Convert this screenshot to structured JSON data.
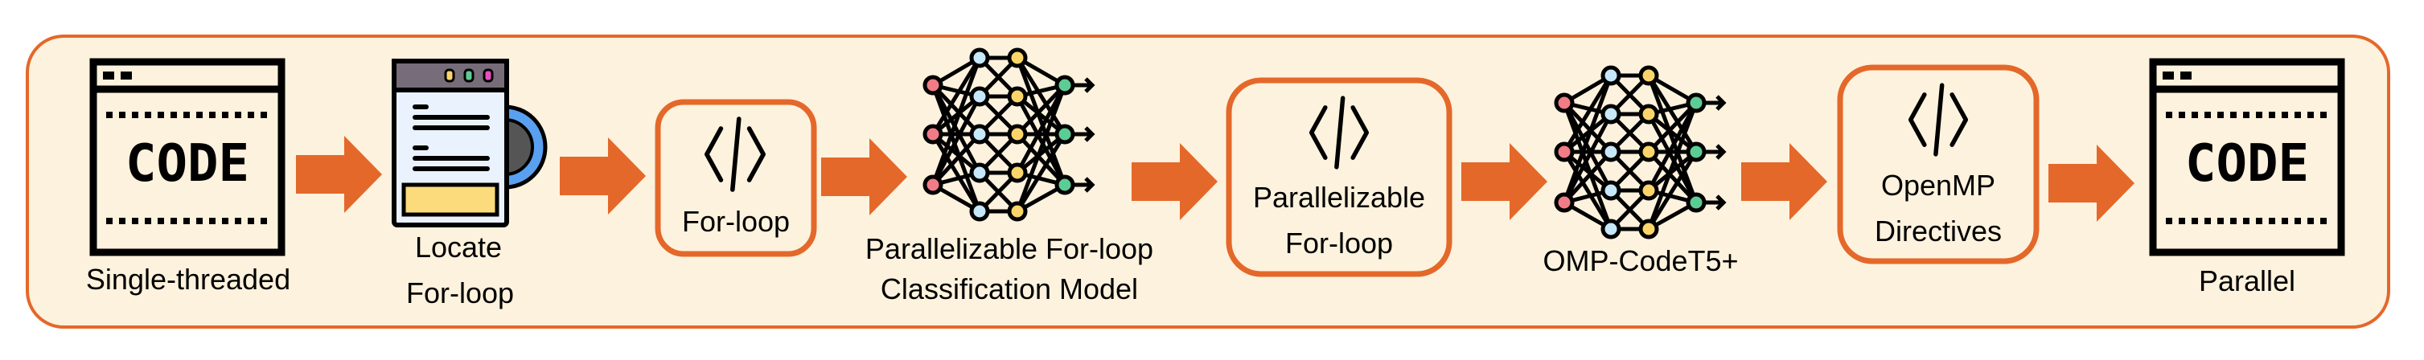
{
  "colors": {
    "accent": "#e4682a",
    "background": "#fdf2dd",
    "node_input": "#f17c85",
    "node_hidden1": "#c6e8f8",
    "node_hidden2": "#fbd56a",
    "node_output": "#5ccc95",
    "doc_highlight": "#fbdb7c",
    "gear": "#5aa0f0"
  },
  "steps": [
    {
      "icon": "code-window-icon",
      "code_text": "CODE",
      "label_lines": [
        "Single-threaded"
      ]
    },
    {
      "icon": "locate-document-gear-icon",
      "label_lines": [
        "Locate",
        "For-loop"
      ]
    },
    {
      "icon": "code-tag-icon",
      "box_lines": [
        "For-loop"
      ]
    },
    {
      "icon": "neural-network-icon",
      "label_lines": [
        "Parallelizable For-loop",
        "Classification Model"
      ]
    },
    {
      "icon": "code-tag-icon",
      "box_lines": [
        "Parallelizable",
        "For-loop"
      ]
    },
    {
      "icon": "neural-network-icon",
      "label_lines": [
        "OMP-CodeT5+"
      ]
    },
    {
      "icon": "code-tag-icon",
      "box_lines": [
        "OpenMP",
        "Directives"
      ]
    },
    {
      "icon": "code-window-icon",
      "code_text": "CODE",
      "label_lines": [
        "Parallel"
      ]
    }
  ]
}
